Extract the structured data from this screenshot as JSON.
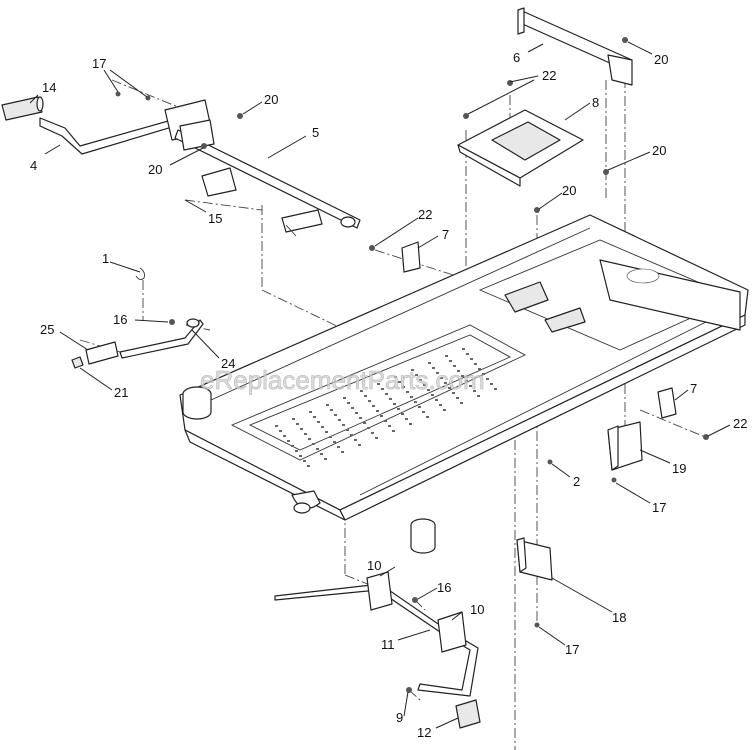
{
  "watermark": "eReplacementParts.com",
  "callouts": {
    "c1": "1",
    "c2": "2",
    "c4": "4",
    "c5": "5",
    "c6": "6",
    "c7a": "7",
    "c7b": "7",
    "c8": "8",
    "c9": "9",
    "c10a": "10",
    "c10b": "10",
    "c11": "11",
    "c12": "12",
    "c14": "14",
    "c15": "15",
    "c16a": "16",
    "c16b": "16",
    "c17a": "17",
    "c17b": "17",
    "c17c": "17",
    "c18": "18",
    "c19": "19",
    "c20a": "20",
    "c20b": "20",
    "c20c": "20",
    "c20d": "20",
    "c20e": "20",
    "c21": "21",
    "c22a": "22",
    "c22b": "22",
    "c22c": "22",
    "c24": "24",
    "c25": "25"
  }
}
